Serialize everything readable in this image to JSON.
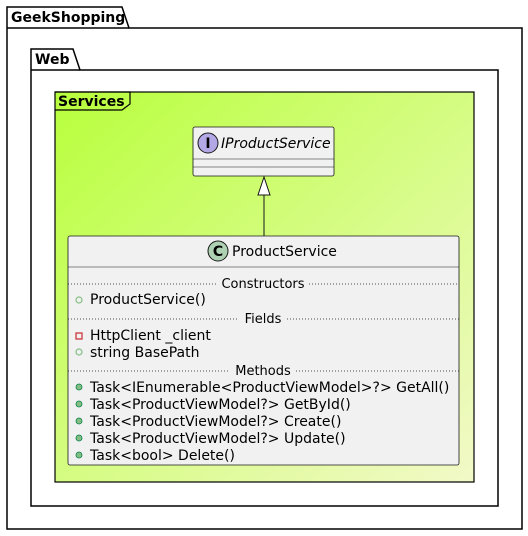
{
  "packages": {
    "outer": "GeekShopping",
    "inner": "Web",
    "frame": "Services"
  },
  "interface": {
    "stereotype_glyph": "I",
    "name": "IProductService"
  },
  "class": {
    "stereotype_glyph": "C",
    "name": "ProductService",
    "sections": {
      "constructors": "Constructors",
      "fields": "Fields",
      "methods": "Methods"
    },
    "constructors": [
      {
        "visibility": "+",
        "text": "ProductService()"
      }
    ],
    "fields": [
      {
        "visibility": "-",
        "text": "HttpClient _client"
      },
      {
        "visibility": "+",
        "text": "string BasePath"
      }
    ],
    "methods": [
      {
        "visibility": "+",
        "text": "Task<IEnumerable<ProductViewModel>?> GetAll()"
      },
      {
        "visibility": "+",
        "text": "Task<ProductViewModel?> GetById()"
      },
      {
        "visibility": "+",
        "text": "Task<ProductViewModel?> Create()"
      },
      {
        "visibility": "+",
        "text": "Task<ProductViewModel?> Update()"
      },
      {
        "visibility": "+",
        "text": "Task<bool> Delete()"
      }
    ]
  },
  "colors": {
    "frame_gradient_start": "#b8ff3c",
    "frame_gradient_end": "#f2f9c8",
    "box_fill": "#f1f1f1",
    "interface_glyph": "#b4a7e5",
    "class_glyph": "#add1b2",
    "private_marker": "#c82930",
    "public_marker": "#84be84"
  }
}
